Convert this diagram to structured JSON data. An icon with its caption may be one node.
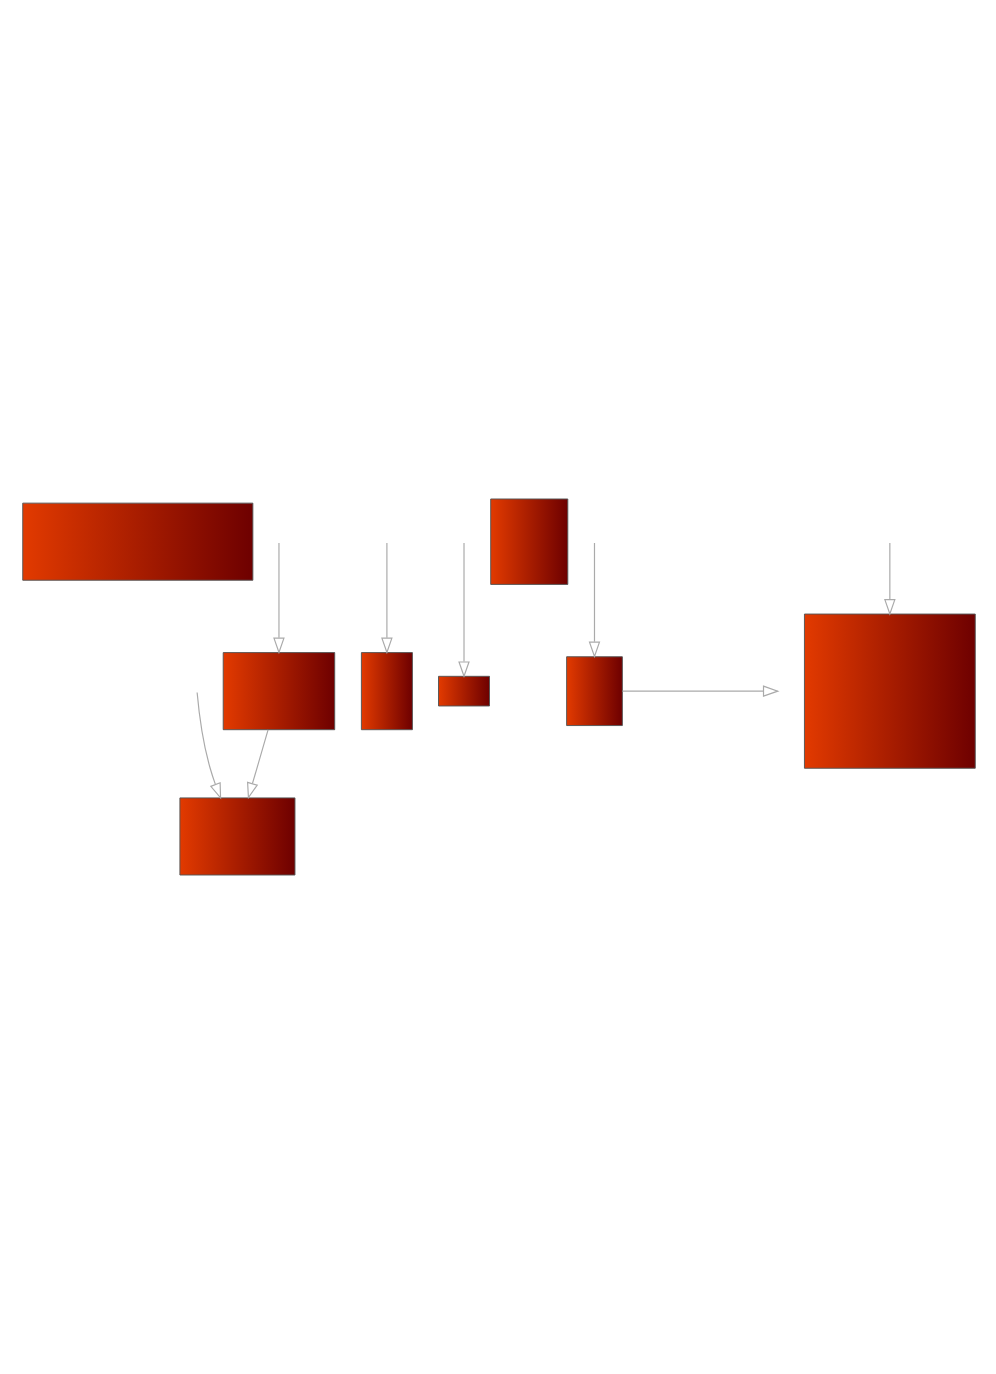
{
  "diagram": {
    "nodes": [
      {
        "text": [],
        "shape": "box"
      },
      {
        "text": [],
        "shape": "box"
      },
      {
        "text": [],
        "shape": "box"
      },
      {
        "text": [],
        "shape": "box"
      },
      {
        "text": [],
        "shape": "box"
      },
      {
        "text": [],
        "shape": "box"
      },
      {
        "text": [],
        "shape": "box"
      },
      {
        "text": [],
        "shape": "box"
      }
    ],
    "edges": [
      {
        "from": null,
        "to": 1,
        "arrow": "to"
      },
      {
        "from": null,
        "to": 4,
        "arrow": "to"
      },
      {
        "from": 1,
        "to": 2,
        "arrow": "to"
      },
      {
        "from": null,
        "to": 3,
        "arrow": "to"
      },
      {
        "from": null,
        "to": 2,
        "arrow": "to"
      },
      {
        "from": 6,
        "to": null,
        "arrow": "to"
      },
      {
        "from": null,
        "to": 6,
        "arrow": "to"
      },
      {
        "from": null,
        "to": 7,
        "arrow": "to"
      }
    ]
  }
}
